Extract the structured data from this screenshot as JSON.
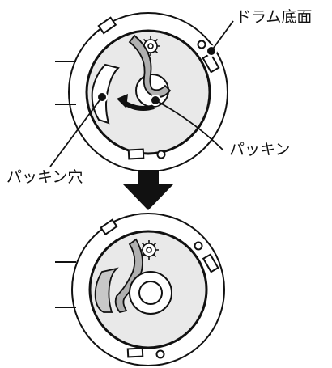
{
  "labels": {
    "drum_bottom": "ドラム底面",
    "packing": "パッキン",
    "packing_hole": "パッキン穴"
  },
  "icons": {
    "step_arrow": "down-arrow-icon",
    "rotate_arrow": "rotate-arrow-icon",
    "gear": "gear-icon"
  },
  "colors": {
    "line": "#111111",
    "drum_fill": "#e9e9e9",
    "packing_fill": "#b0b0b0",
    "arrow": "#111111"
  }
}
